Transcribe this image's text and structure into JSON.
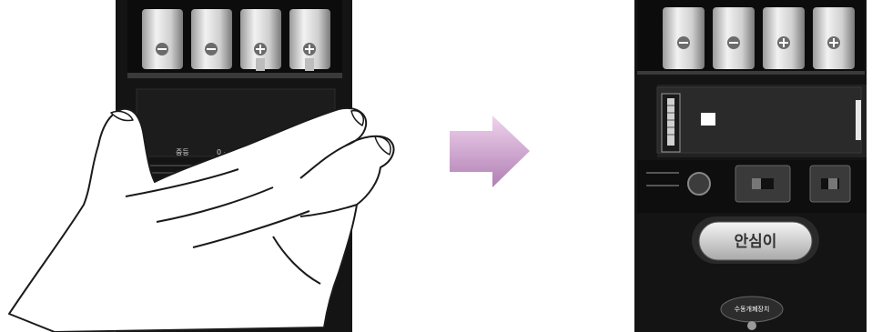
{
  "left_panel": {
    "label_a": "중등",
    "label_b": "0 -"
  },
  "arrow": {
    "color_top": "#e9c4e6",
    "color_bottom": "#b27fb5"
  },
  "right_panel": {
    "main_button_label": "안심이",
    "bottom_badge_label": "수동개폐장치"
  },
  "colors": {
    "device_body": "#141414",
    "battery_silver": "#d9d9d9",
    "battery_terminal": "#6b6b6b"
  },
  "icons": {
    "battery_negative": "minus-terminal-icon",
    "battery_positive": "plus-terminal-icon",
    "hand": "hand-illustration"
  }
}
